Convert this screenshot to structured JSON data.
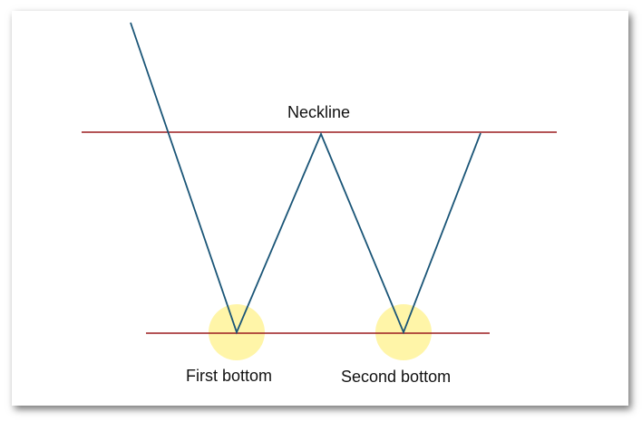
{
  "labels": {
    "neckline": "Neckline",
    "first_bottom": "First bottom",
    "second_bottom": "Second bottom"
  },
  "colors": {
    "price_line": "#1a5577",
    "neckline": "#9b1b1f",
    "support_line": "#9b1b1f",
    "highlight": "#fff5a8",
    "background": "#ffffff"
  }
}
